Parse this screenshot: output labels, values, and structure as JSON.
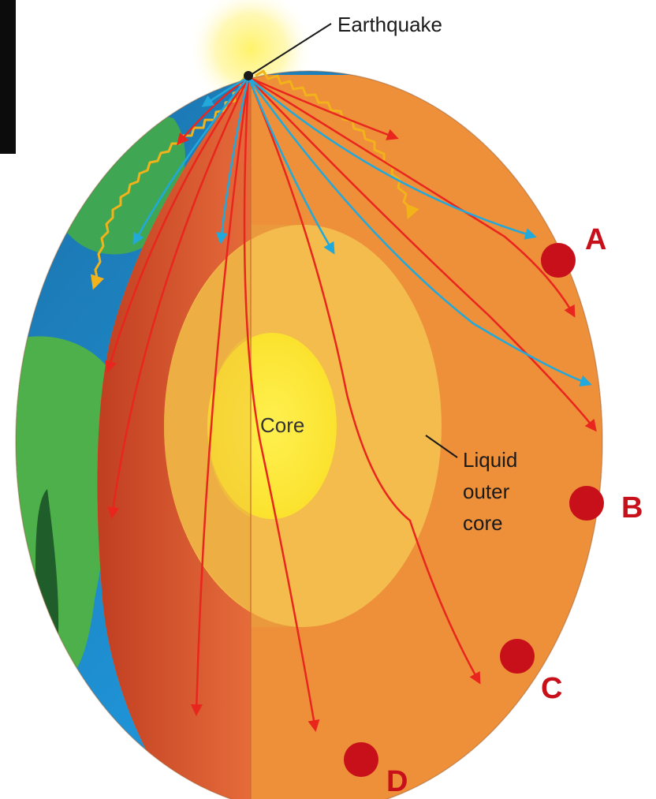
{
  "labels": {
    "earthquake": "Earthquake",
    "core": "Core",
    "outer_core_line1": "Liquid",
    "outer_core_line2": "outer",
    "outer_core_line3": "core"
  },
  "stations": [
    {
      "id": "A",
      "label": "A"
    },
    {
      "id": "B",
      "label": "B"
    },
    {
      "id": "C",
      "label": "C"
    },
    {
      "id": "D",
      "label": "D"
    }
  ],
  "colors": {
    "p_wave": "#e8261e",
    "s_wave": "#22a9dc",
    "surface_wave": "#f1b21a",
    "station_marker": "#c8101a",
    "station_label": "#c8101a",
    "mantle": "#ee8f3a",
    "outer_core": "#f4bc4c",
    "inner_core": "#fde52c"
  },
  "legend_icons": {
    "p_wave": "red-arrow-icon",
    "s_wave": "blue-arrow-icon",
    "surface_wave": "yellow-wavy-arrow-icon"
  }
}
